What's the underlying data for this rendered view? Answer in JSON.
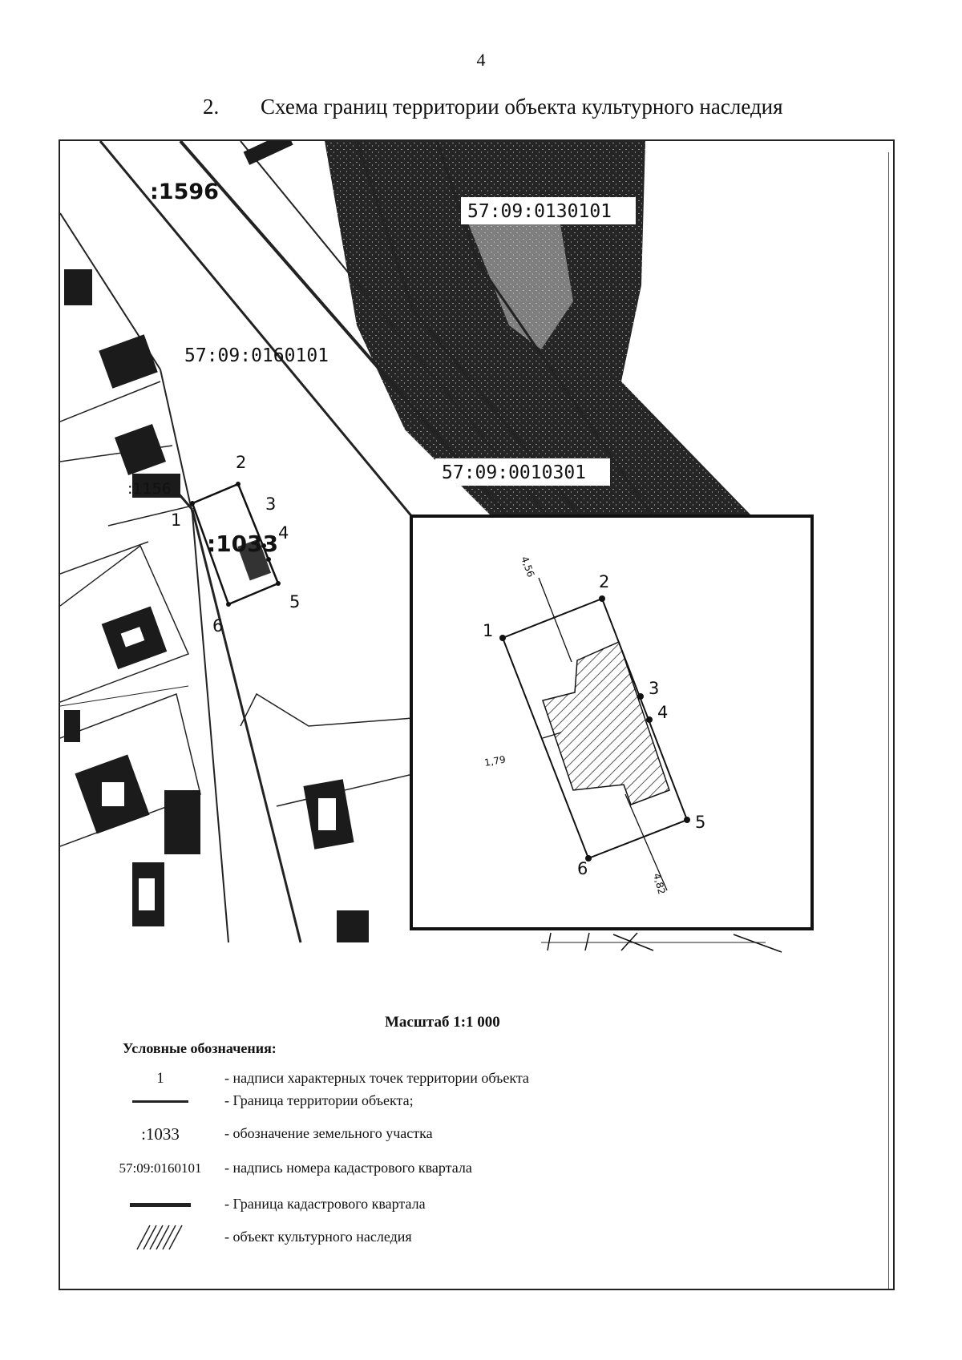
{
  "page_number": "4",
  "heading": {
    "number": "2.",
    "title": "Схема границ территории объекта культурного наследия"
  },
  "map": {
    "parcel_labels": [
      ":1596",
      ":1156",
      ":1033"
    ],
    "quarter_labels": [
      "57:09:0130101",
      "57:09:0160101",
      "57:09:0010301"
    ],
    "point_labels": [
      "1",
      "2",
      "3",
      "4",
      "5",
      "6"
    ]
  },
  "inset": {
    "point_labels": [
      "1",
      "2",
      "3",
      "4",
      "5",
      "6"
    ],
    "dimensions": [
      "4,56",
      "1,79",
      "4,82"
    ]
  },
  "scale": "Масштаб 1:1 000",
  "legend": {
    "title": "Условные обозначения:",
    "items": [
      {
        "symbol_text": "1",
        "text": "- надписи характерных точек территории объекта"
      },
      {
        "symbol_text": "",
        "symbol": "thin-line",
        "text": "- Граница территории объекта;"
      },
      {
        "symbol_text": ":1033",
        "text": "- обозначение земельного участка"
      },
      {
        "symbol_text": "57:09:0160101",
        "text": "- надпись номера кадастрового квартала"
      },
      {
        "symbol_text": "",
        "symbol": "thick-line",
        "text": "- Граница кадастрового квартала"
      },
      {
        "symbol_text": "",
        "symbol": "hatch",
        "text": "- объект культурного наследия"
      }
    ]
  }
}
